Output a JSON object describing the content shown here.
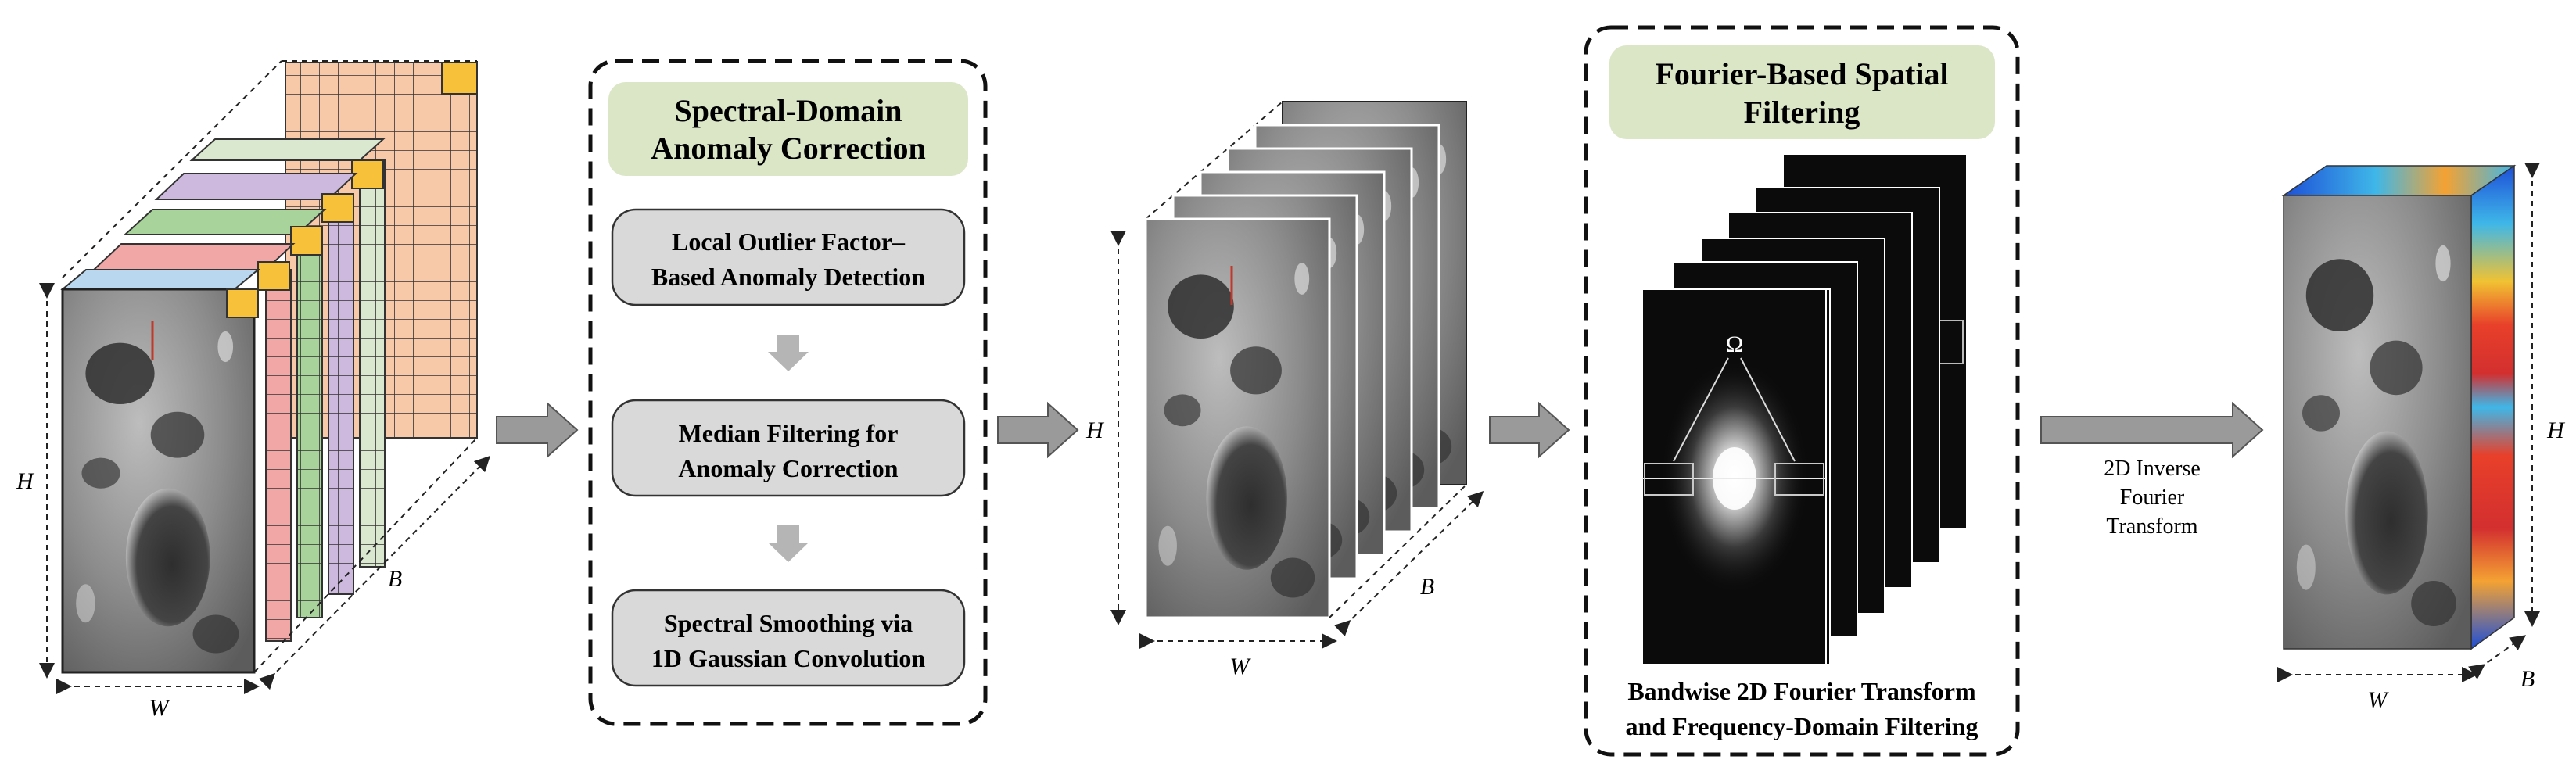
{
  "pipeline": {
    "input_cube": {
      "dims": {
        "height": "H",
        "width": "W",
        "bands": "B"
      }
    },
    "spectral_correction": {
      "title_line1": "Spectral-Domain",
      "title_line2": "Anomaly Correction",
      "steps": [
        {
          "line1": "Local Outlier Factor–",
          "line2": "Based Anomaly Detection"
        },
        {
          "line1": "Median Filtering for",
          "line2": "Anomaly Correction"
        },
        {
          "line1": "Spectral Smoothing via",
          "line2": "1D Gaussian Convolution"
        }
      ]
    },
    "band_stack": {
      "dims": {
        "height": "H",
        "width": "W",
        "bands": "B"
      }
    },
    "fourier_filtering": {
      "title_line1": "Fourier-Based Spatial",
      "title_line2": "Filtering",
      "omega": "Ω",
      "caption_line1": "Bandwise 2D Fourier Transform",
      "caption_line2": "and Frequency-Domain Filtering"
    },
    "inverse_transform": {
      "line1": "2D Inverse",
      "line2": "Fourier",
      "line3": "Transform"
    },
    "output_cube": {
      "dims": {
        "height": "H",
        "width": "W",
        "bands": "B"
      }
    }
  },
  "colors": {
    "title_box": "#dbe6c7",
    "step_box": "#d9d9d9",
    "arrow": "#9a9a9a",
    "band_orange": "#f7c9a9",
    "band_green_light": "#dbe8d0",
    "band_purple": "#cdb9dd",
    "band_green": "#a8d39a",
    "band_pink": "#f2a7a7",
    "band_blue": "#b9d7ef",
    "highlight": "#f7c23a",
    "moon_dark": "#4a4a4a",
    "moon_light": "#a6a6a6",
    "spectrum_black": "#0b0b0b"
  }
}
